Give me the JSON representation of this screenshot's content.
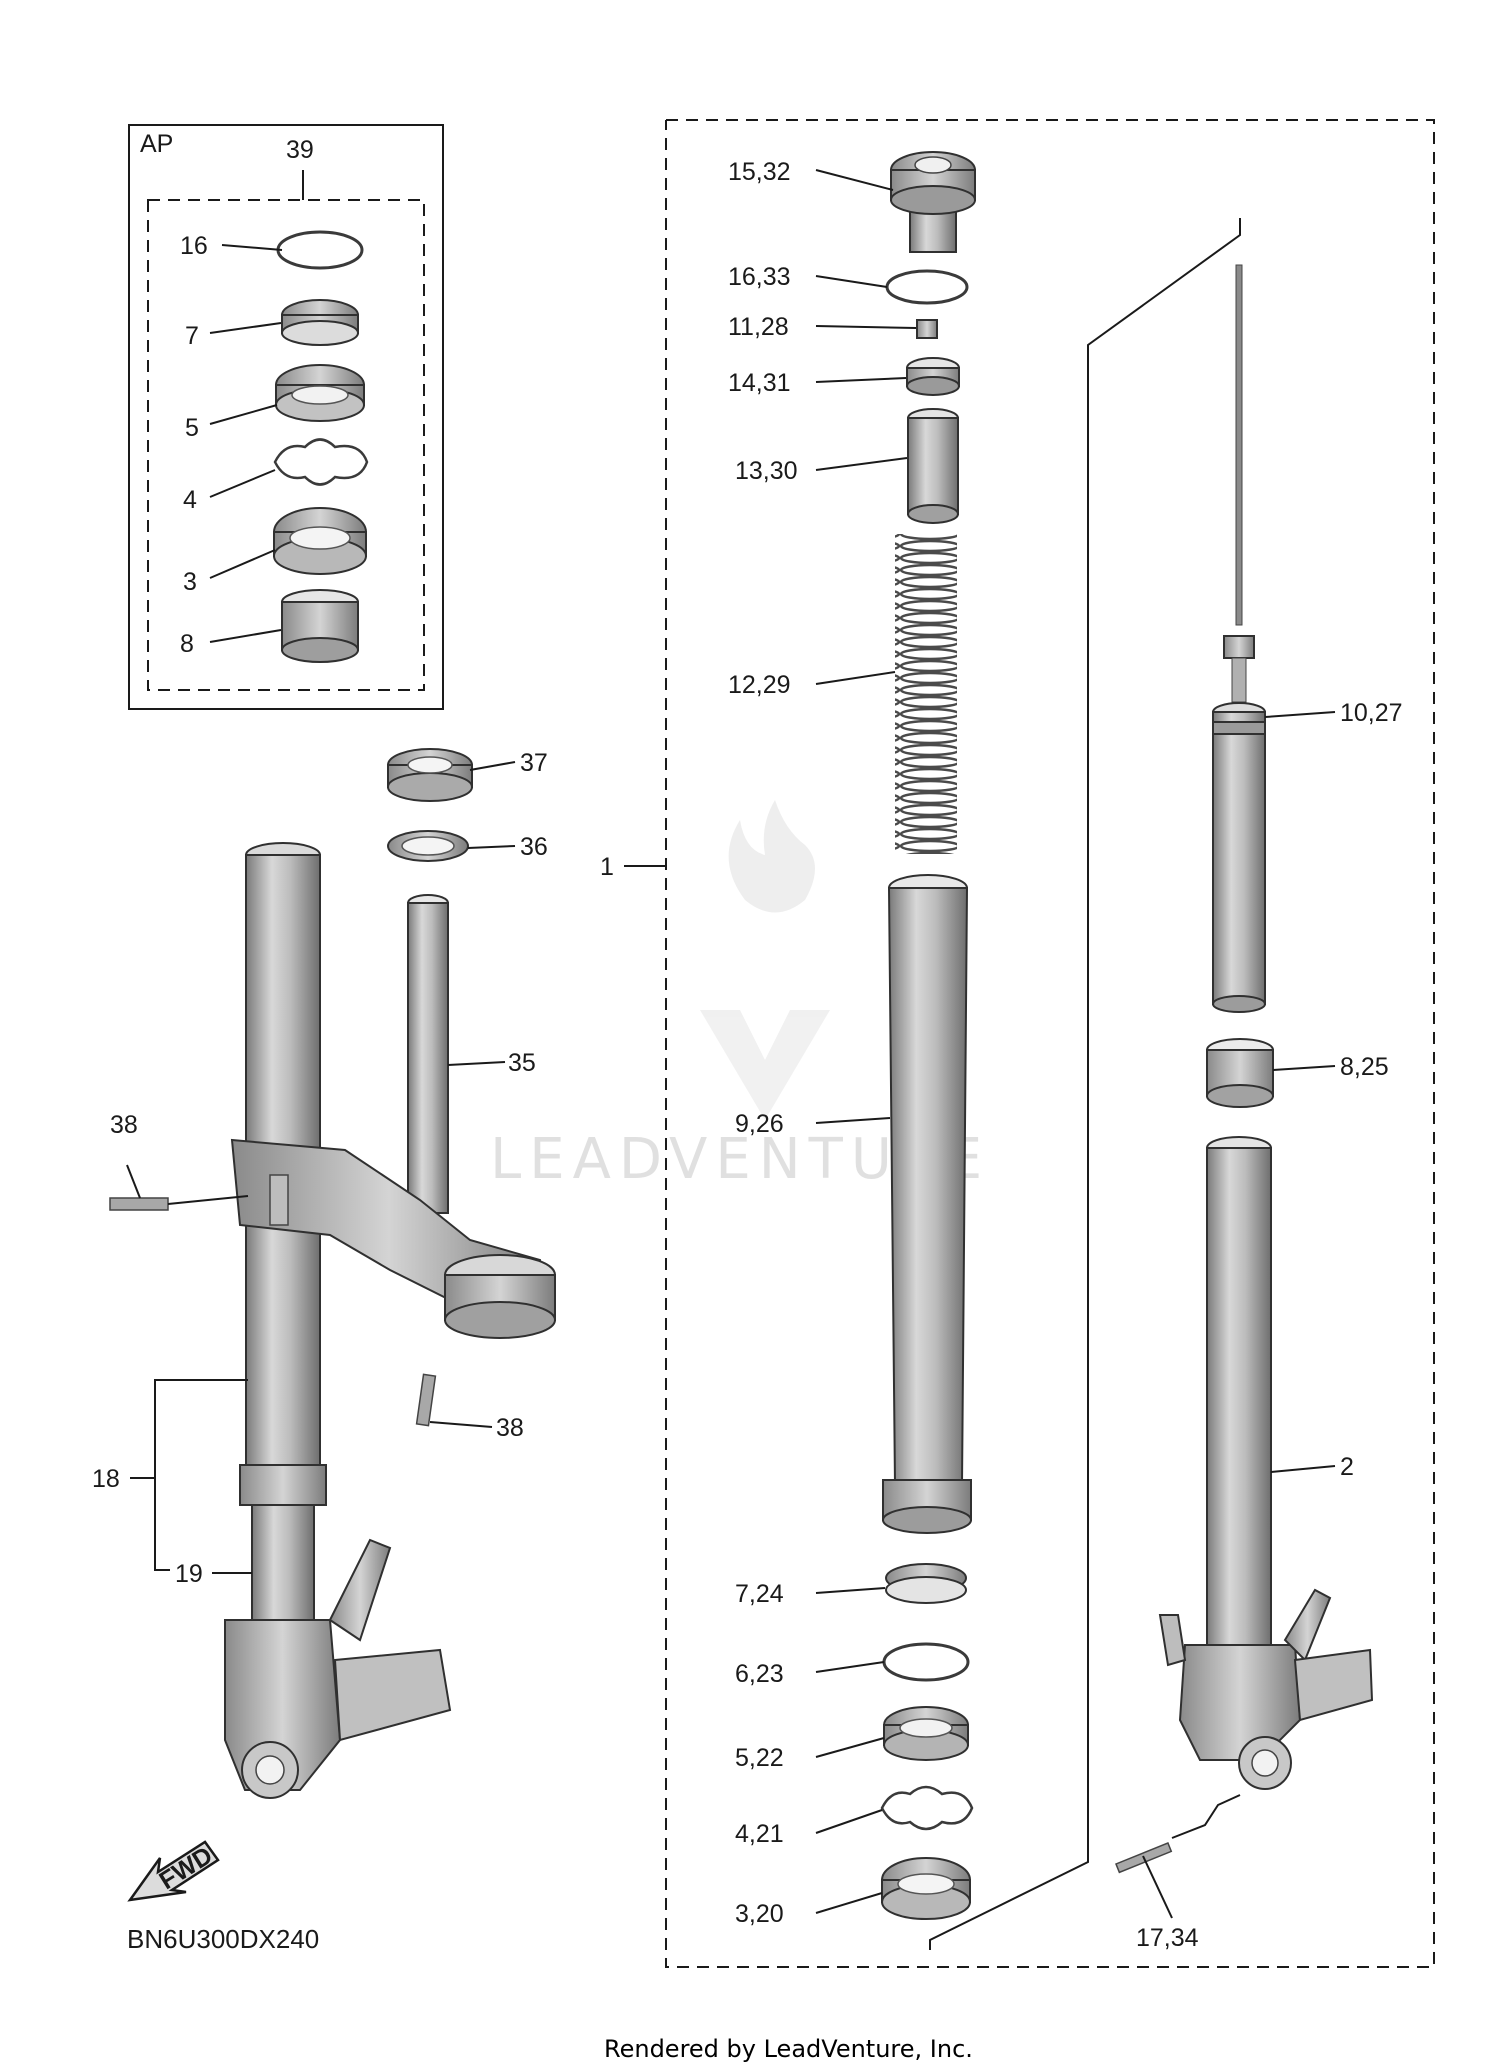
{
  "box_labels": {
    "ap": "AP",
    "kit": "39"
  },
  "callouts": [
    {
      "id": "16",
      "text": "16"
    },
    {
      "id": "7",
      "text": "7"
    },
    {
      "id": "5",
      "text": "5"
    },
    {
      "id": "4",
      "text": "4"
    },
    {
      "id": "3",
      "text": "3"
    },
    {
      "id": "8",
      "text": "8"
    },
    {
      "id": "15-32",
      "text": "15,32"
    },
    {
      "id": "16-33",
      "text": "16,33"
    },
    {
      "id": "11-28",
      "text": "11,28"
    },
    {
      "id": "14-31",
      "text": "14,31"
    },
    {
      "id": "13-30",
      "text": "13,30"
    },
    {
      "id": "12-29",
      "text": "12,29"
    },
    {
      "id": "10-27",
      "text": "10,27"
    },
    {
      "id": "1",
      "text": "1"
    },
    {
      "id": "37",
      "text": "37"
    },
    {
      "id": "36",
      "text": "36"
    },
    {
      "id": "35",
      "text": "35"
    },
    {
      "id": "38a",
      "text": "38"
    },
    {
      "id": "38b",
      "text": "38"
    },
    {
      "id": "9-26",
      "text": "9,26"
    },
    {
      "id": "8-25",
      "text": "8,25"
    },
    {
      "id": "18",
      "text": "18"
    },
    {
      "id": "19",
      "text": "19"
    },
    {
      "id": "2",
      "text": "2"
    },
    {
      "id": "7-24",
      "text": "7,24"
    },
    {
      "id": "6-23",
      "text": "6,23"
    },
    {
      "id": "5-22",
      "text": "5,22"
    },
    {
      "id": "4-21",
      "text": "4,21"
    },
    {
      "id": "3-20",
      "text": "3,20"
    },
    {
      "id": "17-34",
      "text": "17,34"
    }
  ],
  "fwd_label": "FWD",
  "diagram_code": "BN6U300DX240",
  "watermark": "LEADVENTURE",
  "footer": "Rendered by LeadVenture, Inc."
}
